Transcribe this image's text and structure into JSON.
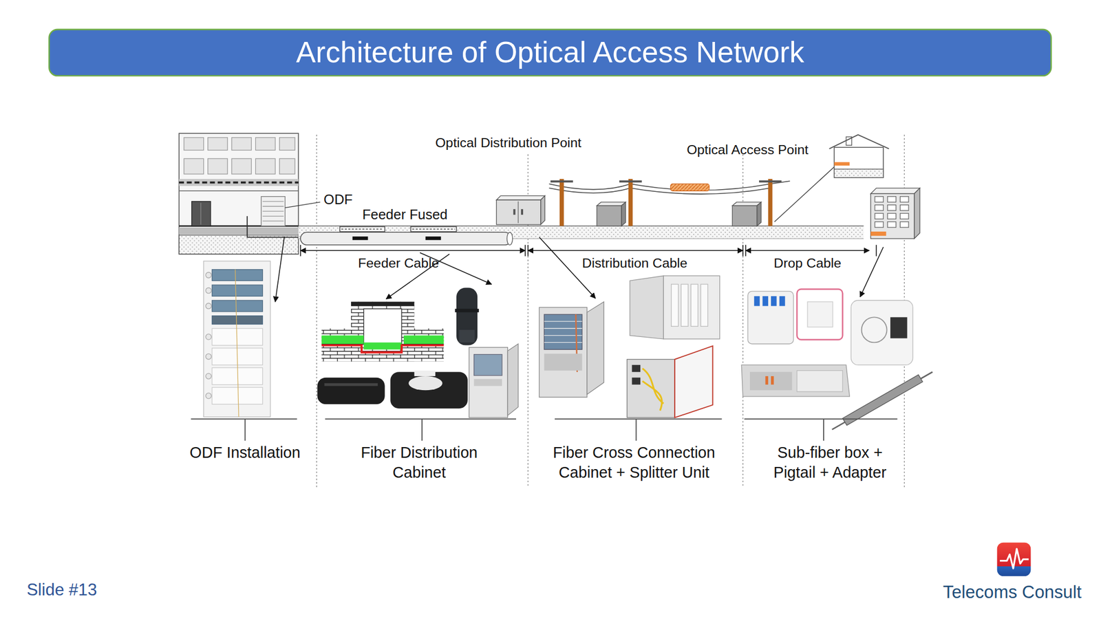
{
  "diagram": {
    "title": "Architecture of Optical Access Network",
    "labels": [
      "ODF",
      "Feeder Fused",
      "Optical Distribution Point",
      "Optical Access Point",
      "Feeder Cable",
      "Distribution Cable",
      "Drop Cable",
      "ODF Installation",
      "Fiber Distribution Cabinet",
      "Fiber Cross Connection Cabinet + Splitter Unit",
      "Sub-fiber box + Pigtail + Adapter",
      "Slide #13",
      "Telecoms Consult"
    ]
  }
}
